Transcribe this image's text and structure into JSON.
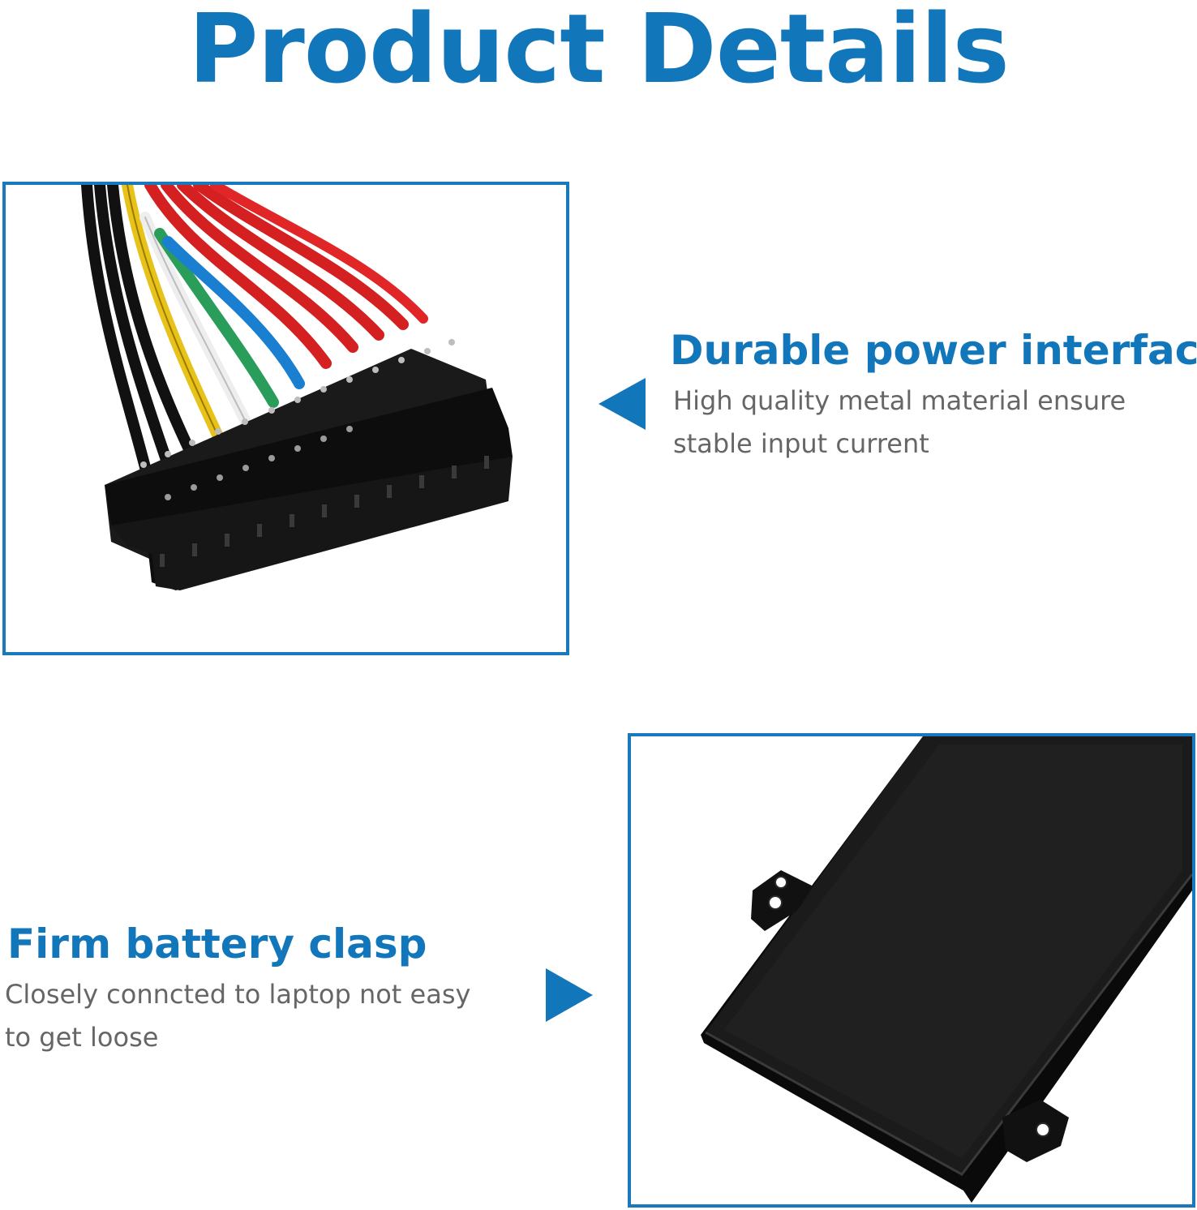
{
  "page": {
    "title": "Product Details",
    "accent_color": "#1276bb",
    "text_color": "#666666"
  },
  "features": [
    {
      "heading": "Durable power interface",
      "description_lines": [
        "High quality metal material ensure",
        "stable input current"
      ],
      "image": "connector-cable-photo",
      "arrow": "triangle-left-icon"
    },
    {
      "heading": "Firm battery clasp",
      "description_lines": [
        "Closely conncted to laptop not easy",
        "to get loose"
      ],
      "image": "battery-clasp-photo",
      "arrow": "triangle-right-icon"
    }
  ]
}
